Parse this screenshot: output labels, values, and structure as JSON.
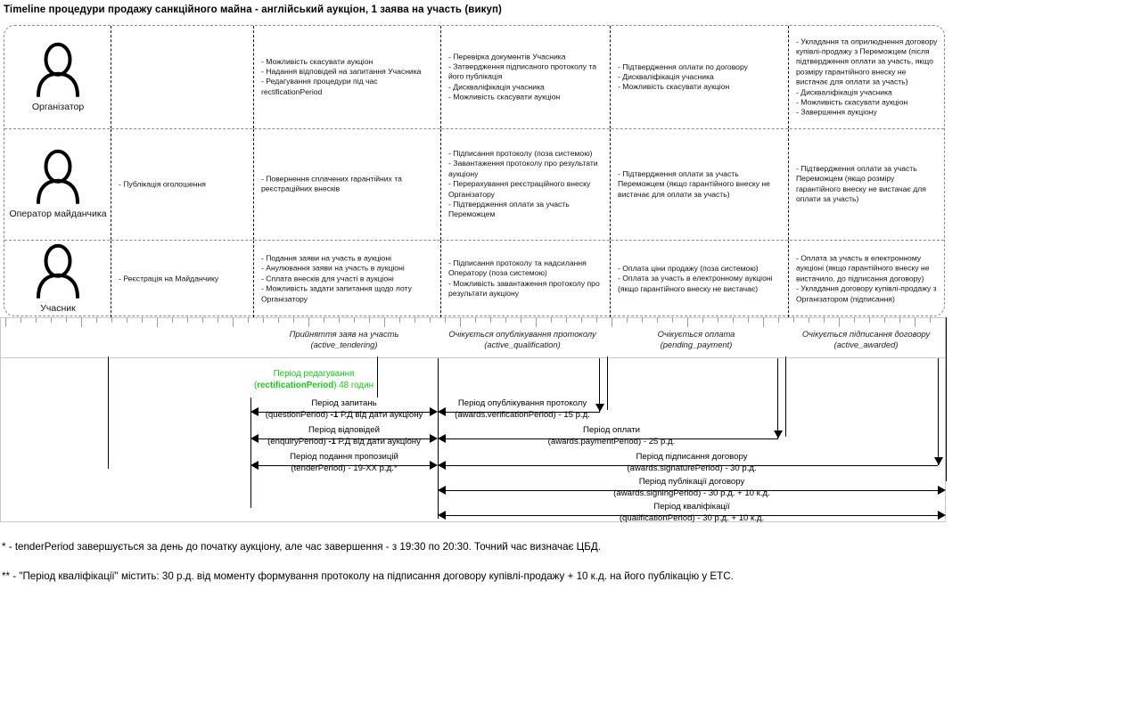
{
  "title": "Timeline процедури продажу санкційного майна - англійський аукціон, 1 заява на участь (викуп)",
  "accent_green": "#14CC14",
  "lanes": [
    {
      "actor": "Організатор",
      "actor_icon": "person-icon",
      "cells": [
        {
          "items": []
        },
        {
          "items": [
            "- Можливість скасувати аукціон",
            "- Надання відповідей на запитання Учасника",
            "- Редагування процедури під час rectificationPeriod"
          ]
        },
        {
          "items": [
            "- Перевірка документів Учасника",
            "- Затвердження підписаного протоколу та його публікація",
            "- Дискваліфікація учасника",
            "- Можливість скасувати аукціон"
          ]
        },
        {
          "items": [
            "- Підтвердження оплати по договору",
            "- Дискваліфікація учасника",
            "- Можливість скасувати аукціон"
          ]
        },
        {
          "items": [
            "- Укладання та оприлюднення договору купівлі-продажу з Переможцем (після підтвердження оплати за участь, якщо розміру гарантійного внеску не вистачає для оплати за участь)",
            "- Дискваліфікація учасника",
            "- Можливість скасувати аукціон",
            "- Завершення аукціону"
          ]
        }
      ]
    },
    {
      "actor": "Оператор майданчика",
      "actor_icon": "person-icon",
      "cells": [
        {
          "items": [
            "- Публікація оголошення"
          ]
        },
        {
          "items": [
            "- Повернення сплачених гарантійних та реєстраційних внесків"
          ]
        },
        {
          "items": [
            "- Підписання протоколу (поза системою)",
            "- Завантаження протоколу про результати аукціону",
            "- Перерахування реєстраційного внеску Організатору",
            "- Підтвердження оплати за участь Переможцем"
          ]
        },
        {
          "items": [
            "- Підтвердження оплати за участь Переможцем (якщо гарантійного внеску не вистачає для оплати за участь)"
          ]
        },
        {
          "items": [
            "- Підтвердження оплати за участь Переможцем (якщо розміру гарантійного внеску не вистачає для оплати за участь)"
          ]
        }
      ]
    },
    {
      "actor": "Учасник",
      "actor_icon": "person-icon",
      "cells": [
        {
          "items": [
            "- Реєстрація на Майданчику"
          ]
        },
        {
          "items": [
            "- Подання заяви на участь в аукціоні",
            "- Анулювання заяви на участь в аукціоні",
            "- Сплата внесків для участі в аукціоні",
            "- Можливість задати запитання щодо лоту Організатору"
          ]
        },
        {
          "items": [
            "- Підписання протоколу та надсилання Оператору (поза системою)",
            "- Можливість завантаження протоколу про результати аукціону"
          ]
        },
        {
          "items": [
            "- Оплата ціни продажу (поза системою)",
            "- Оплата за участь в електронному аукціоні (якщо гарантійного внеску не вистачає)"
          ]
        },
        {
          "items": [
            "- Оплата за участь в електронному аукціоні (якщо гарантійного внеску не вистачило, до підписання договору)",
            "- Укладання договору купівлі-продажу з Організатором (підписання)"
          ]
        }
      ]
    }
  ],
  "statuses": [
    {
      "name": "Прийняття заяв на участь",
      "code": "(active_tendering)"
    },
    {
      "name": "Очікується опублікування протоколу",
      "code": "(active_qualification)"
    },
    {
      "name": "Очікується оплата",
      "code": "(pending_payment)"
    },
    {
      "name": "Очікується підписання договору",
      "code": "(active_awarded)"
    }
  ],
  "periods": [
    {
      "label_line1": "Період редагування",
      "label_line2_bold": "rectificationPeriod",
      "label_line2_pre": "(",
      "label_line2_post": ") 48 годин",
      "color": "green"
    },
    {
      "label_line1": "Період запитань",
      "label_line2": "(questionPeriod) -1 Р.Д від дати аукціону",
      "bold_part": "-1"
    },
    {
      "label_line1": "Період відповідей",
      "label_line2": "(enquiryPeriod) -1 Р.Д від дати аукціону",
      "bold_part": "-1"
    },
    {
      "label_line1": "Період подання пропозицій",
      "label_line2": "(tenderPeriod) - 19-XX р.д.*"
    },
    {
      "label_line1": "Період опублікування протоколу",
      "label_line2": "(awards.verificationPeriod) - 15 р.д."
    },
    {
      "label_line1": "Період оплати",
      "label_line2": "(awards.paymentPeriod) - 25 р.д."
    },
    {
      "label_line1": "Період підписання договору",
      "label_line2": "(awards.signaturePeriod) - 30 р.д."
    },
    {
      "label_line1": "Період публікації договору",
      "label_line2": "(awards.signingPeriod) - 30 р.д. + 10 к.д."
    },
    {
      "label_line1": "Період кваліфікації",
      "label_line2": "(qualificationPeriod) - 30 р.д. + 10 к.д."
    }
  ],
  "footnotes": {
    "one": "* - tenderPeriod завершується за день до початку аукціону, але час завершення - з 19:30 по 20:30. Точний час визначає ЦБД.",
    "two": "** - \"Період кваліфікації\" містить: 30 р.д. від моменту формування протоколу на підписання договору купівлі-продажу + 10 к.д. на його публікацію у ЕТС."
  }
}
